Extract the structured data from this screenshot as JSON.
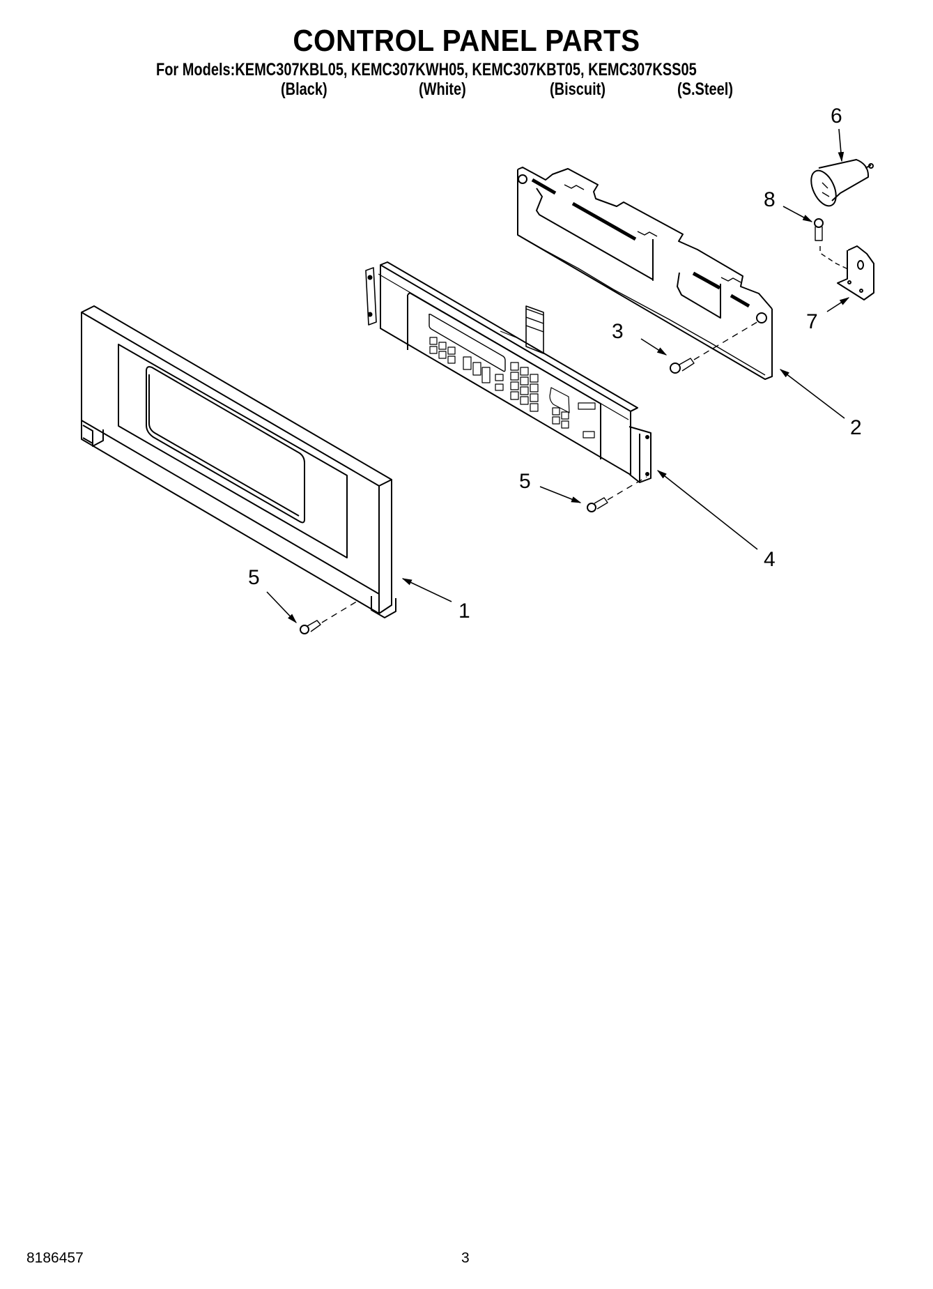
{
  "header": {
    "title": "CONTROL PANEL PARTS",
    "models_line": "For Models:KEMC307KBL05, KEMC307KWH05, KEMC307KBT05, KEMC307KSS05",
    "colors": [
      "(Black)",
      "(White)",
      "(Biscuit)",
      "(S.Steel)"
    ]
  },
  "diagram": {
    "parts": [
      {
        "callout": "1",
        "name": "control-panel-trim"
      },
      {
        "callout": "2",
        "name": "electronic-control-board"
      },
      {
        "callout": "3",
        "name": "screw"
      },
      {
        "callout": "4",
        "name": "control-panel-keypad"
      },
      {
        "callout": "5",
        "name": "screw"
      },
      {
        "callout": "6",
        "name": "relay-capacitor"
      },
      {
        "callout": "7",
        "name": "bracket"
      },
      {
        "callout": "8",
        "name": "screw"
      }
    ],
    "labels": {
      "c1": "1",
      "c2": "2",
      "c3": "3",
      "c4": "4",
      "c5a": "5",
      "c5b": "5",
      "c6": "6",
      "c7": "7",
      "c8": "8"
    }
  },
  "footer": {
    "doc_number": "8186457",
    "page_number": "3"
  }
}
